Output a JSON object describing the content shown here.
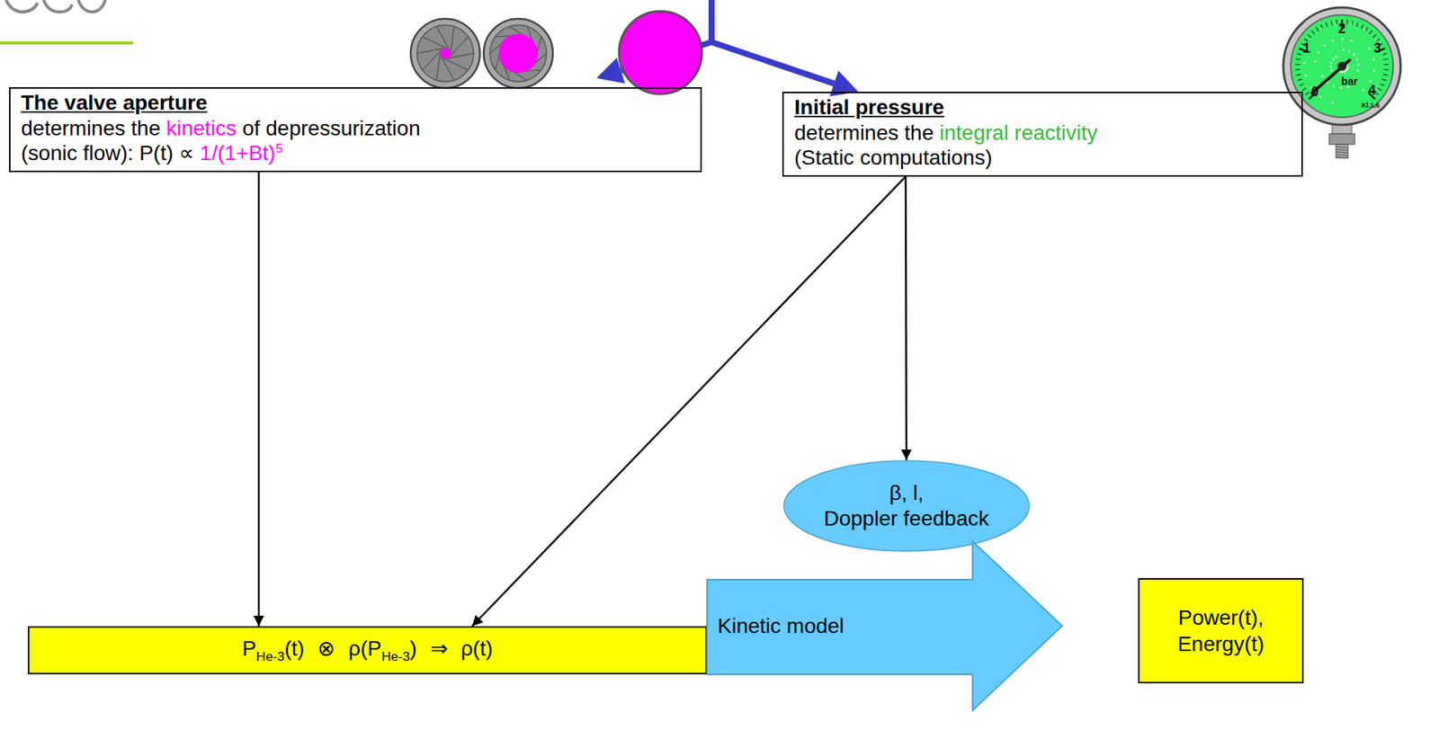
{
  "diagram": {
    "nodes": [
      {
        "text": [
          "The valve aperture",
          "determines the kinetics of depressurization (sonic flow): P(t) ∝ 1/(1+Bt)5"
        ]
      },
      {
        "text": [
          "Initial pressure",
          "determines the integral reactivity (Static computations)"
        ]
      },
      {
        "text": [
          "β, l, Doppler feedback"
        ]
      },
      {
        "text": [
          "PHe-3(t) ⊗ ρ(PHe-3) ⇒ ρ(t)"
        ]
      },
      {
        "text": [
          "Kinetic model"
        ]
      },
      {
        "text": [
          "Power(t), Energy(t)"
        ]
      }
    ],
    "edges": [
      {
        "from": 0,
        "to": 3,
        "arrow": "to"
      },
      {
        "from": 1,
        "to": 3,
        "arrow": "to"
      },
      {
        "from": 1,
        "to": 2,
        "arrow": "to"
      }
    ],
    "labels": [
      "0",
      "1",
      "2",
      "3",
      "4",
      "bar",
      "Kl.1,6"
    ]
  }
}
